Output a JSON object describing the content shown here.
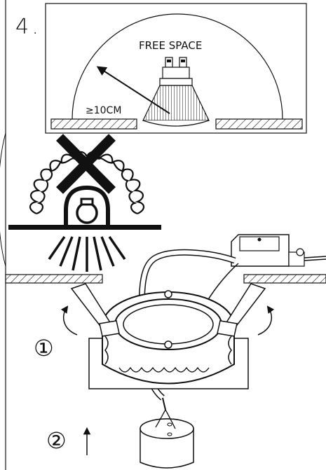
{
  "step": {
    "number": "4",
    "dot": "."
  },
  "free_space": {
    "label": "FREE SPACE",
    "distance": "≥10CM"
  },
  "assembly": {
    "marker_1": "①",
    "marker_2": "②"
  },
  "colors": {
    "ink": "#111111",
    "paper": "#ffffff"
  },
  "icons": {
    "warning": "cross-out-icon",
    "lamp": "gu10-lamp-icon",
    "arrow_rotate": "curved-arrow-icon",
    "arrow_up": "up-arrow-icon"
  }
}
